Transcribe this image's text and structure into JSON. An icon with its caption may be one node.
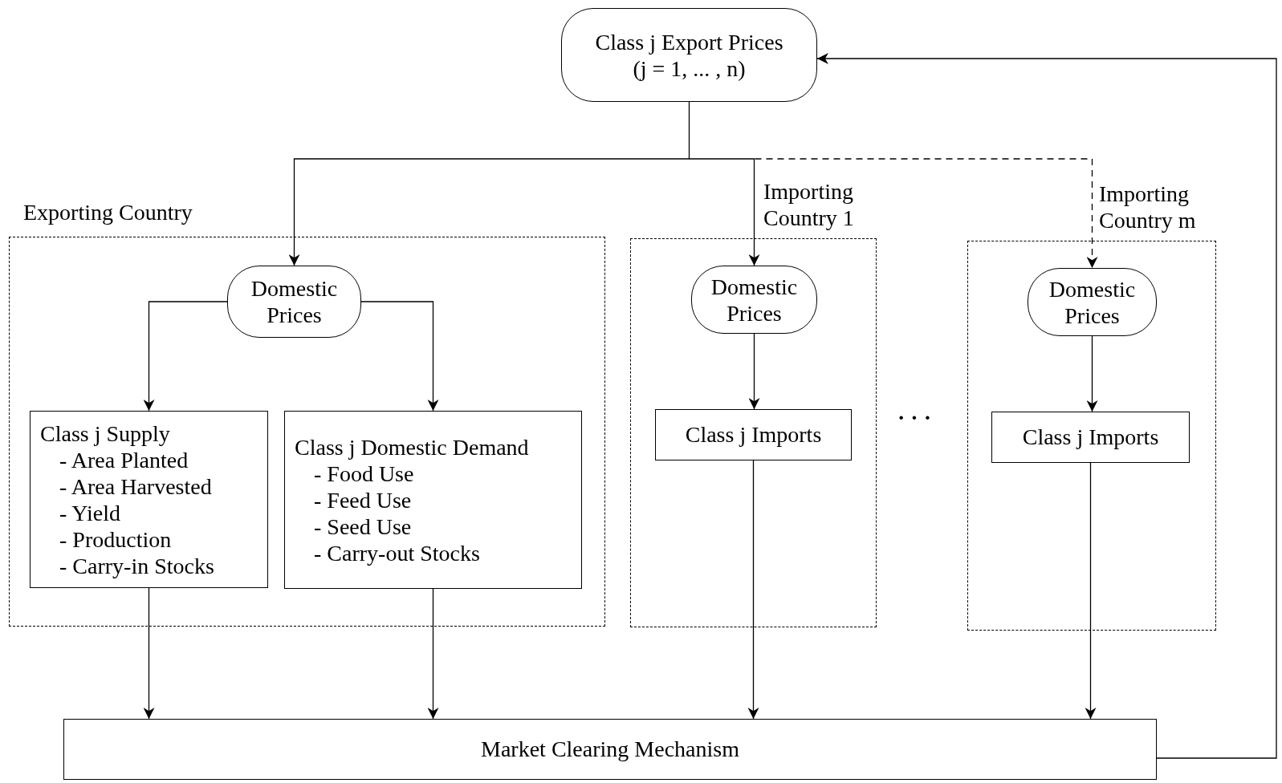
{
  "diagram": {
    "nodes": [
      {
        "text": [
          "Class j Export Prices",
          "(j = 1, ... , n)"
        ]
      },
      {
        "text": [
          "Exporting Country"
        ]
      },
      {
        "text": [
          "Domestic Prices"
        ],
        "in": 1
      },
      {
        "text": [
          "Class j Supply",
          "- Area Planted",
          "- Area Harvested",
          "- Yield",
          "- Production",
          "- Carry-in Stocks"
        ],
        "in": 1
      },
      {
        "text": [
          "Class j Domestic Demand",
          "- Food Use",
          "- Feed Use",
          "- Seed Use",
          "- Carry-out Stocks"
        ],
        "in": 1
      },
      {
        "text": [
          "Importing Country 1"
        ]
      },
      {
        "text": [
          "Domestic Prices"
        ],
        "in": 5
      },
      {
        "text": [
          "Class j Imports"
        ],
        "in": 5
      },
      {
        "text": [
          "Importing Country m"
        ]
      },
      {
        "text": [
          "Domestic Prices"
        ],
        "in": 8
      },
      {
        "text": [
          "Class j Imports"
        ],
        "in": 8
      },
      {
        "text": [
          "Market Clearing Mechanism"
        ]
      }
    ],
    "edges": [
      {
        "from": 0,
        "to": 2,
        "arrow": "to"
      },
      {
        "from": 0,
        "to": 6,
        "arrow": "to"
      },
      {
        "from": 0,
        "to": 9,
        "arrow": "to",
        "style": "dashed"
      },
      {
        "from": 2,
        "to": 3,
        "arrow": "to"
      },
      {
        "from": 2,
        "to": 4,
        "arrow": "to"
      },
      {
        "from": 6,
        "to": 7,
        "arrow": "to"
      },
      {
        "from": 9,
        "to": 10,
        "arrow": "to"
      },
      {
        "from": 3,
        "to": 11,
        "arrow": "to"
      },
      {
        "from": 4,
        "to": 11,
        "arrow": "to"
      },
      {
        "from": 7,
        "to": 11,
        "arrow": "to"
      },
      {
        "from": 10,
        "to": 11,
        "arrow": "to"
      },
      {
        "from": 11,
        "to": 0,
        "arrow": "to"
      }
    ],
    "labels": [
      "· · ·"
    ]
  }
}
